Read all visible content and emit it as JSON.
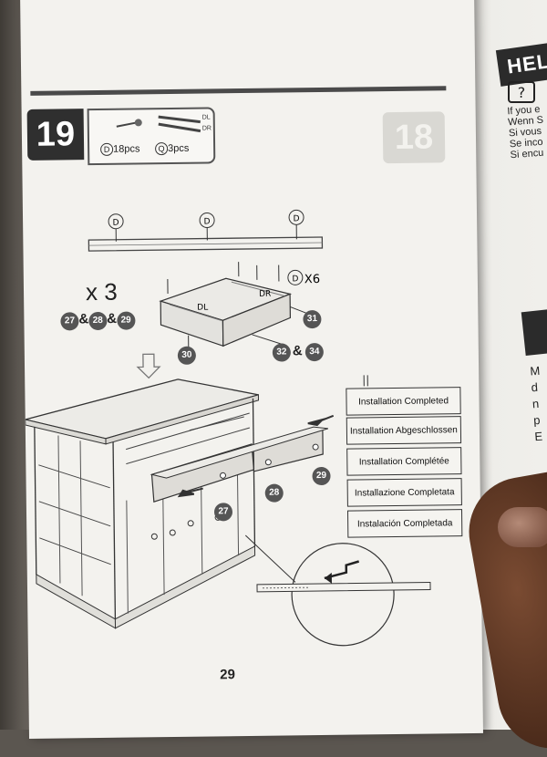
{
  "step": {
    "number": "19",
    "parts": [
      {
        "code": "D",
        "qty_label": "18pcs"
      },
      {
        "code": "Q",
        "qty_label": "3pcs"
      }
    ],
    "rail_labels": [
      "DL",
      "DR"
    ]
  },
  "screw_callouts": [
    "D",
    "D",
    "D"
  ],
  "drawer": {
    "multiplier": "x 3",
    "screw_count": "X6",
    "screw_code": "D",
    "side_labels": [
      "DL",
      "DR"
    ],
    "set_badges": [
      "27",
      "28",
      "29"
    ],
    "amp": "&",
    "badge_front": "31",
    "badge_bottom": "30",
    "badge_pair": [
      "32",
      "34"
    ]
  },
  "cabinet_badges": [
    "27",
    "28",
    "29"
  ],
  "completion_labels": [
    "Installation Completed",
    "Installation Abgeschlossen",
    "Installation Complétée",
    "Installazione Completata",
    "Instalación Completada"
  ],
  "page_number": "29",
  "help_page": {
    "tab": "HEL",
    "lines": [
      "If you e",
      "Wenn S",
      "Si vous",
      "Se inco",
      "Si encu"
    ],
    "lines2": [
      "M",
      "d",
      "n",
      "p",
      "E"
    ]
  }
}
